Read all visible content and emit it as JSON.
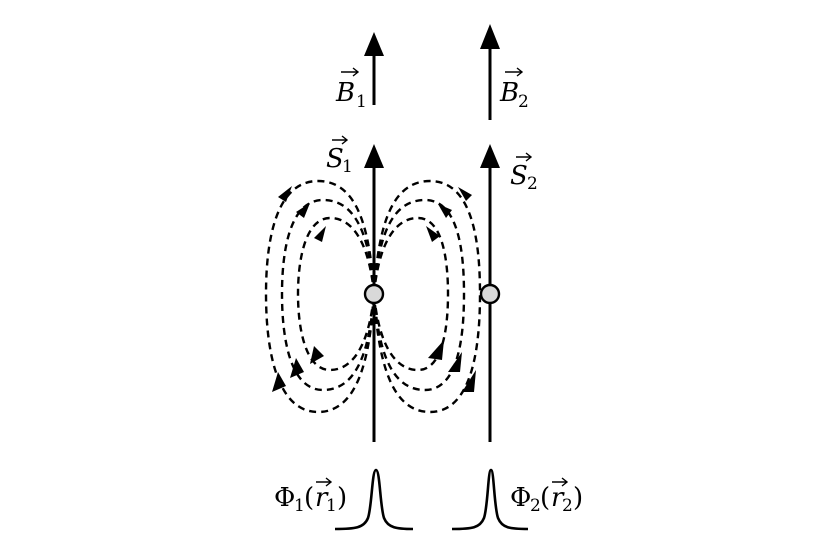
{
  "labels": {
    "B1": {
      "symbol": "B",
      "sub": "1"
    },
    "B2": {
      "symbol": "B",
      "sub": "2"
    },
    "S1": {
      "symbol": "S",
      "sub": "1"
    },
    "S2": {
      "symbol": "S",
      "sub": "2"
    },
    "Phi1": {
      "greek": "Φ",
      "sub": "1",
      "open": "(",
      "arg": "r",
      "argsub": "1",
      "close": ")"
    },
    "Phi2": {
      "greek": "Φ",
      "sub": "2",
      "open": "(",
      "arg": "r",
      "argsub": "2",
      "close": ")"
    }
  }
}
